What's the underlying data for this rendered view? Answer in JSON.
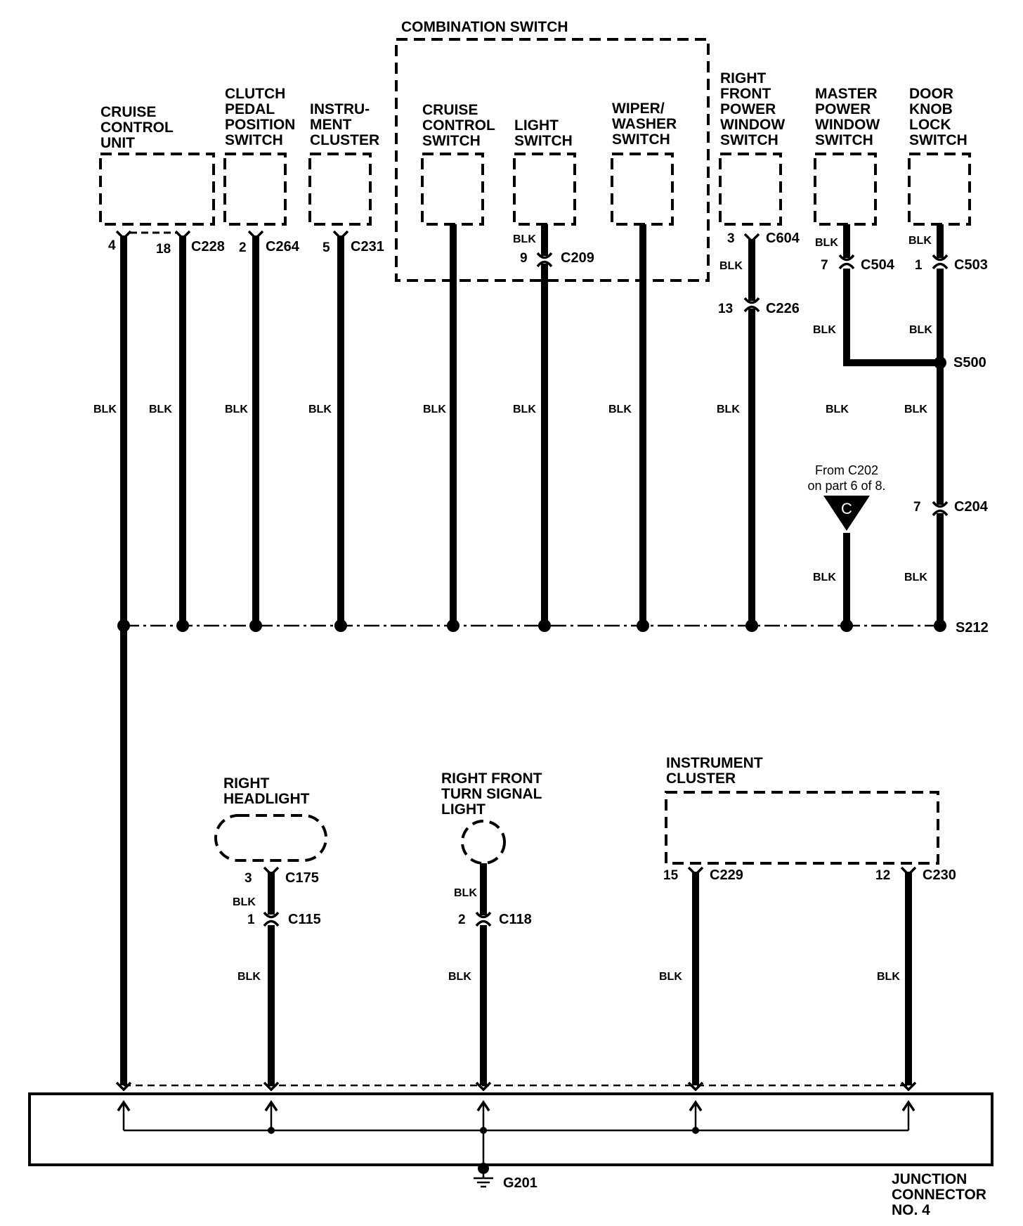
{
  "components": {
    "combination_switch": "COMBINATION SWITCH",
    "cruise_control_unit": [
      "CRUISE",
      "CONTROL",
      "UNIT"
    ],
    "clutch_pedal_position_switch": [
      "CLUTCH",
      "PEDAL",
      "POSITION",
      "SWITCH"
    ],
    "instrument_cluster_top": [
      "INSTRU-",
      "MENT",
      "CLUSTER"
    ],
    "cruise_control_switch": [
      "CRUISE",
      "CONTROL",
      "SWITCH"
    ],
    "light_switch": [
      "LIGHT",
      "SWITCH"
    ],
    "wiper_washer_switch": [
      "WIPER/",
      "WASHER",
      "SWITCH"
    ],
    "right_front_power_window_switch": [
      "RIGHT",
      "FRONT",
      "POWER",
      "WINDOW",
      "SWITCH"
    ],
    "master_power_window_switch": [
      "MASTER",
      "POWER",
      "WINDOW",
      "SWITCH"
    ],
    "door_knob_lock_switch": [
      "DOOR",
      "KNOB",
      "LOCK",
      "SWITCH"
    ],
    "right_headlight": [
      "RIGHT",
      "HEADLIGHT"
    ],
    "right_front_turn_signal_light": [
      "RIGHT FRONT",
      "TURN SIGNAL",
      "LIGHT"
    ],
    "instrument_cluster_bottom": [
      "INSTRUMENT",
      "CLUSTER"
    ],
    "junction_connector": [
      "JUNCTION",
      "CONNECTOR",
      "NO. 4"
    ]
  },
  "connectors": {
    "c228": "C228",
    "c264": "C264",
    "c231": "C231",
    "c209": "C209",
    "c604": "C604",
    "c504": "C504",
    "c503": "C503",
    "c226": "C226",
    "c204": "C204",
    "c175": "C175",
    "c115": "C115",
    "c118": "C118",
    "c229": "C229",
    "c230": "C230"
  },
  "pins": {
    "cruise_unit_4": "4",
    "cruise_unit_18": "18",
    "clutch_2": "2",
    "cluster_5": "5",
    "light_9": "9",
    "rfpw_3": "3",
    "rfpw_13": "13",
    "master_7": "7",
    "door_1": "1",
    "door_c204_7": "7",
    "headlight_3": "3",
    "headlight_1": "1",
    "turn_2": "2",
    "cluster_15": "15",
    "cluster_12": "12"
  },
  "splices": {
    "s500": "S500",
    "s212": "S212"
  },
  "ground": "G201",
  "wire_color": "BLK",
  "off_page": {
    "symbol": "C",
    "note": [
      "From C202",
      "on part 6 of 8."
    ]
  }
}
